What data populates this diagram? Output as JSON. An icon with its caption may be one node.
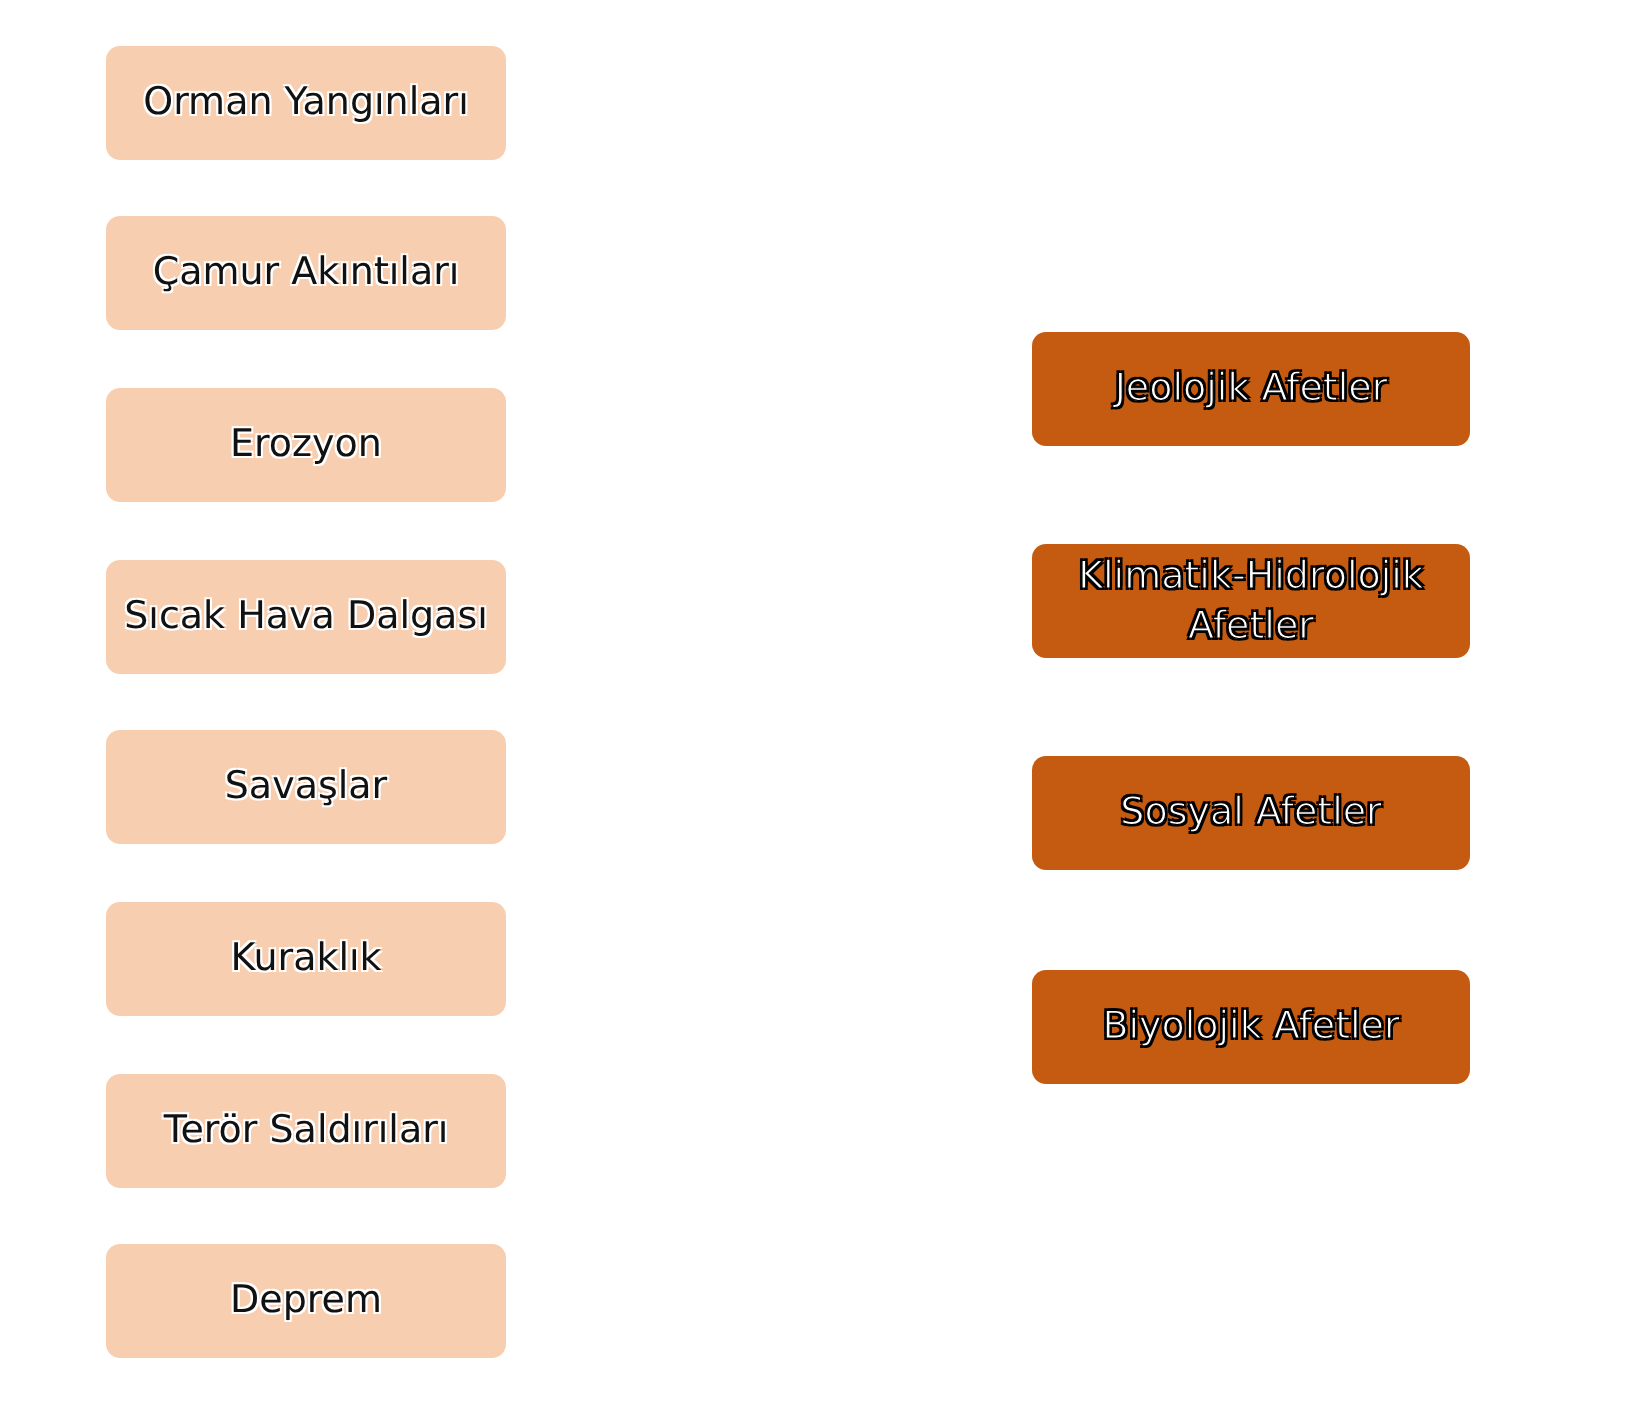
{
  "diagram": {
    "nodes": [
      {
        "text": [
          "Orman Yangınları"
        ]
      },
      {
        "text": [
          "Çamur Akıntıları"
        ]
      },
      {
        "text": [
          "Erozyon"
        ]
      },
      {
        "text": [
          "Sıcak Hava Dalgası"
        ]
      },
      {
        "text": [
          "Savaşlar"
        ]
      },
      {
        "text": [
          "Kuraklık"
        ]
      },
      {
        "text": [
          "Terör Saldırıları"
        ]
      },
      {
        "text": [
          "Deprem"
        ]
      },
      {
        "text": [
          "Jeolojik Afetler"
        ]
      },
      {
        "text": [
          "Klimatik-Hidrolojik Afetler"
        ]
      },
      {
        "text": [
          "Sosyal Afetler"
        ]
      },
      {
        "text": [
          "Biyolojik Afetler"
        ]
      }
    ]
  }
}
